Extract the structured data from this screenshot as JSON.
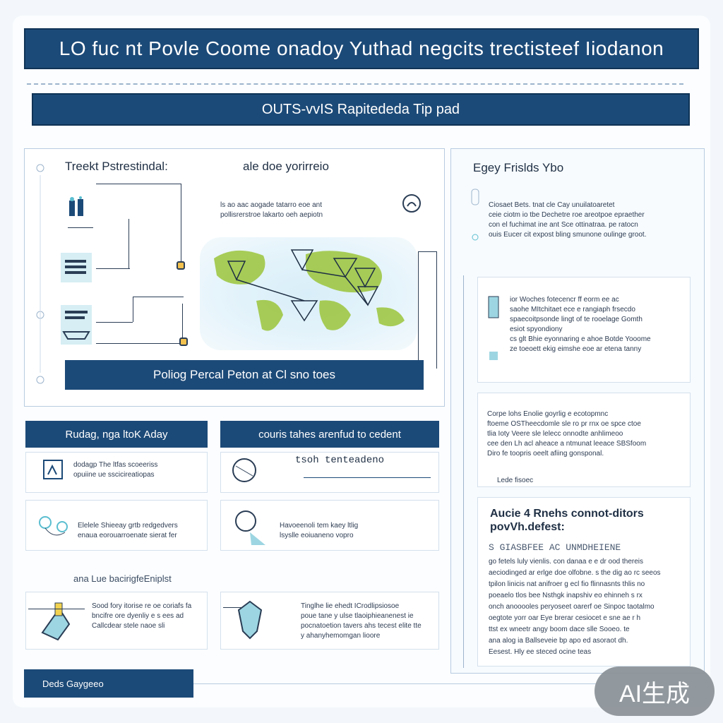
{
  "header": {
    "title": "LO fuc nt Povle Coome onadoy Yuthad negcits trectisteef Iiodanon",
    "subtitle": "OUTS-vvIS Rapitededa Tip pad"
  },
  "top_left_panel": {
    "heading_left": "Treekt Pstrestindal:",
    "heading_center": "ale doe yorirreio",
    "map_caption": "ls ao aac aogade tatarro eoe ant\npollisrerstroe lakarto oeh aepiotn",
    "button_label": "Poliog Percal Peton at Cl sno toes"
  },
  "right_panel": {
    "heading": "Egey Frislds Ybo",
    "intro": "Ciosaet Bets. tnat cle Cay unuilatoaretet\nceie ciotm io tbe Dechetre roe areotpoe epraether\ncon el fuchimat ine ant Sce ottinatraa. pe ratocn\nouis Eucer cit expost bling smunone oulinge groot.",
    "box1": "ior Woches fotecencr ff eorm ee ac\nsaohe MItchitaet ece e rangiaph frsecdo\nspaecoitpsonde lingt of te rooelage Gomth\nesiot spyondiony\ncs glt Bhie eyonnaring e ahoe Botde Yooome\nze toeoett ekig eimshe eoe ar etena tanny",
    "box2": "Corpe lohs Enolie goyrlig e ecotopmnc\nftoeme OSTheecdomle sle ro pr rnx oe spce ctoe\ntlia Ioty Veere sle lelecc onnodte anhlimeoo\ncee den Lh acl aheace a ntmunat leeace SBSfoom\nDiro fe toopris oeelt afiing gonsponal.",
    "box2_footer": "Lede fisoec",
    "box3_title": "Aucie 4 Rnehs connot-ditors\npovVh.defest:",
    "box3_heading": "S GIASBFEE AC UNMDHEIENE",
    "box3_body": "go fetels luly vienlis. con danaa e e dr ood thereis\naeciodinged ar erlge doe olfobne. s the dig ao rc seeos\ntpilon linicis nat anifroer g ecl fio flinnasnts thlis no\npoeaelo tlos bee Nsthgk inapshiv eo ehinneh s rx\nonch anooooles peryoseet oarerf oe Sinpoc taotalmo\noegtote yorr oar Eye brerar cesiocet e sne ae r h\nttst ex wneetr angy boom dace slle Sooeo. te\nana alog ia Ballseveie bp apo ed asoraot dh.\nEesest. Hly ee steced ocine teas"
  },
  "section_left": {
    "header": "Rudag, nga ltoK Aday",
    "item1": "dodagp The ltfas scoeeriss\nopuiine ue sscicireatiopas",
    "item2": "Elelele Shieeay grtb redgedvers\nenaua eorouarroenate sierat fer",
    "mid_heading": "ana Lue bacirigfeEniplst",
    "item3": "Sood fory itorise re oe coriafs fa\nbncifre ore dyenliy e s ees ad\nCallcdear stele naoe sli"
  },
  "section_center": {
    "header": "couris tahes arenfud to cedent",
    "item1": "tsoh tenteadeno",
    "item2": "Havoeenoli tem kaey ltlig\nlsyslle eoiuaneno vopro",
    "item3": "Tinglhe lie ehedt ICrodlipsiosoe\npoue tane y ulse tlaoiphieanenest ie\npocnatoetion tavers ahs tecest elite tte\ny ahanyhemomgan lioore"
  },
  "footer": {
    "tab_label": "Deds Gaygeeo",
    "ai_badge": "AI生成"
  },
  "colors": {
    "primary": "#1c4a78",
    "accent_green": "#9bc43a",
    "accent_teal": "#5bbed0",
    "background": "#f3f7fb"
  }
}
